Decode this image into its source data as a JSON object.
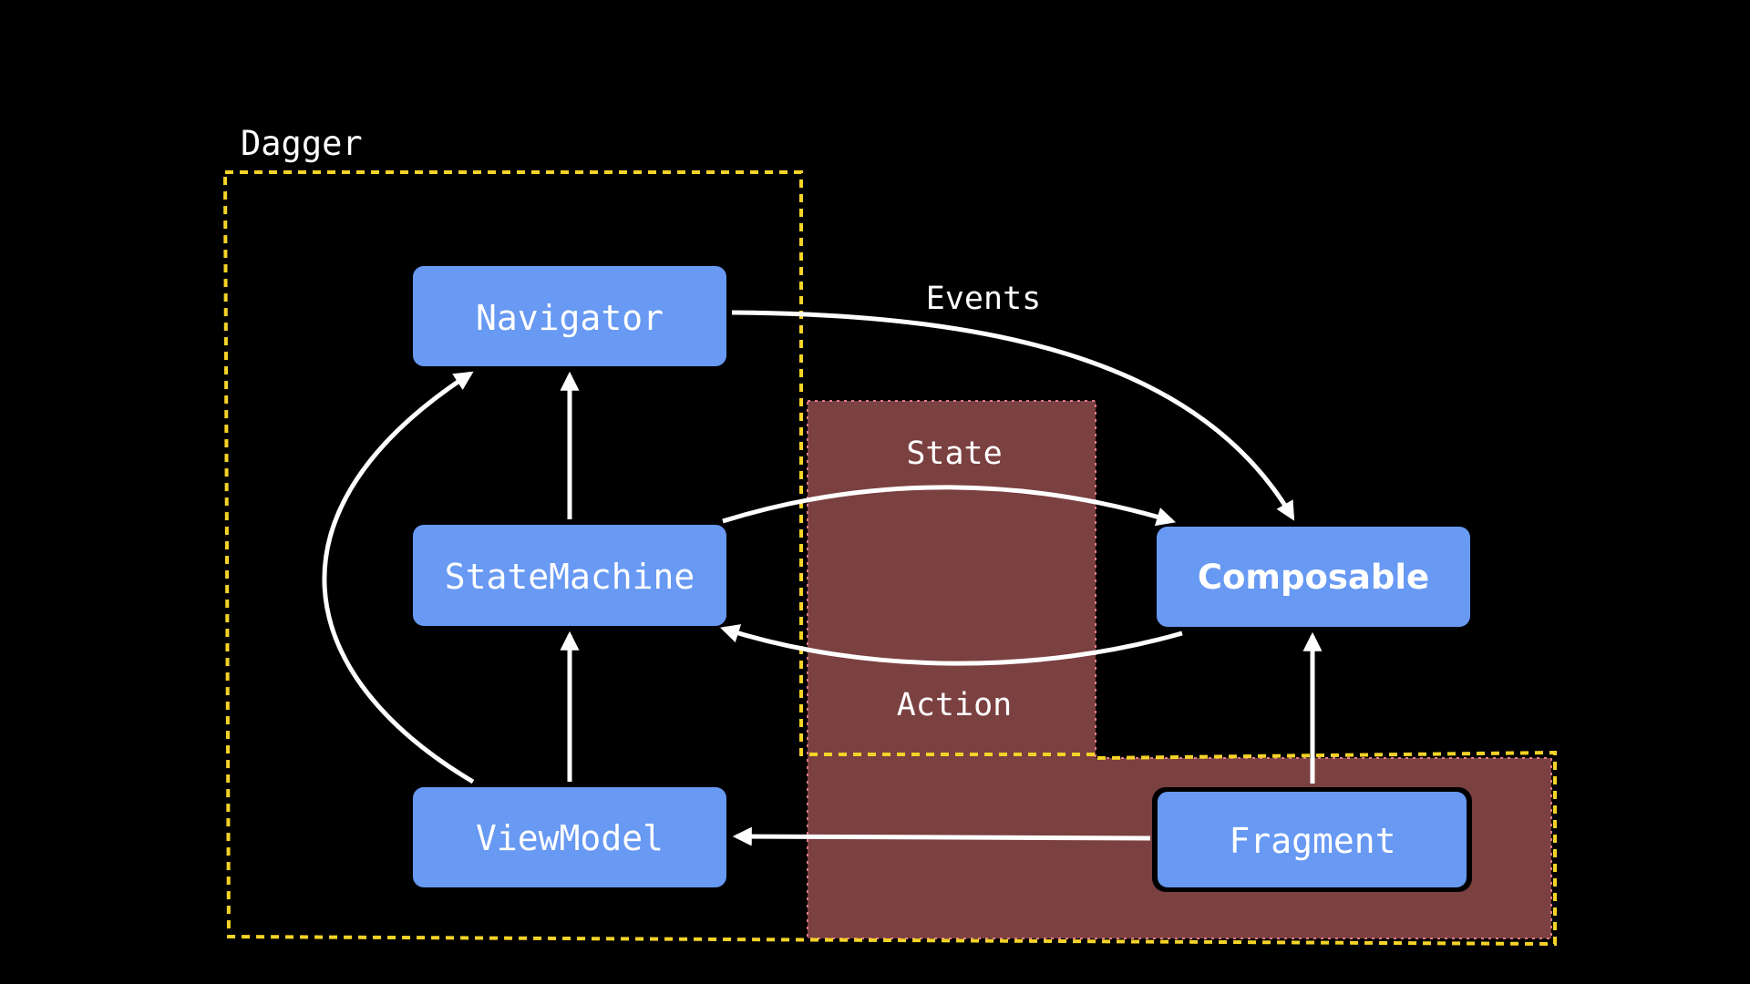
{
  "diagram": {
    "group_label": "Dagger",
    "nodes": {
      "navigator": "Navigator",
      "state_machine": "StateMachine",
      "view_model": "ViewModel",
      "composable": "Composable",
      "fragment": "Fragment"
    },
    "edge_labels": {
      "events": "Events",
      "state": "State",
      "action": "Action"
    },
    "colors": {
      "background": "#000000",
      "node_fill": "#6899f3",
      "node_text": "#ffffff",
      "arrow": "#ffffff",
      "dagger_border": "#f5d327",
      "ui_region_fill": "#7b4040",
      "ui_region_border": "#e07a8a"
    }
  }
}
